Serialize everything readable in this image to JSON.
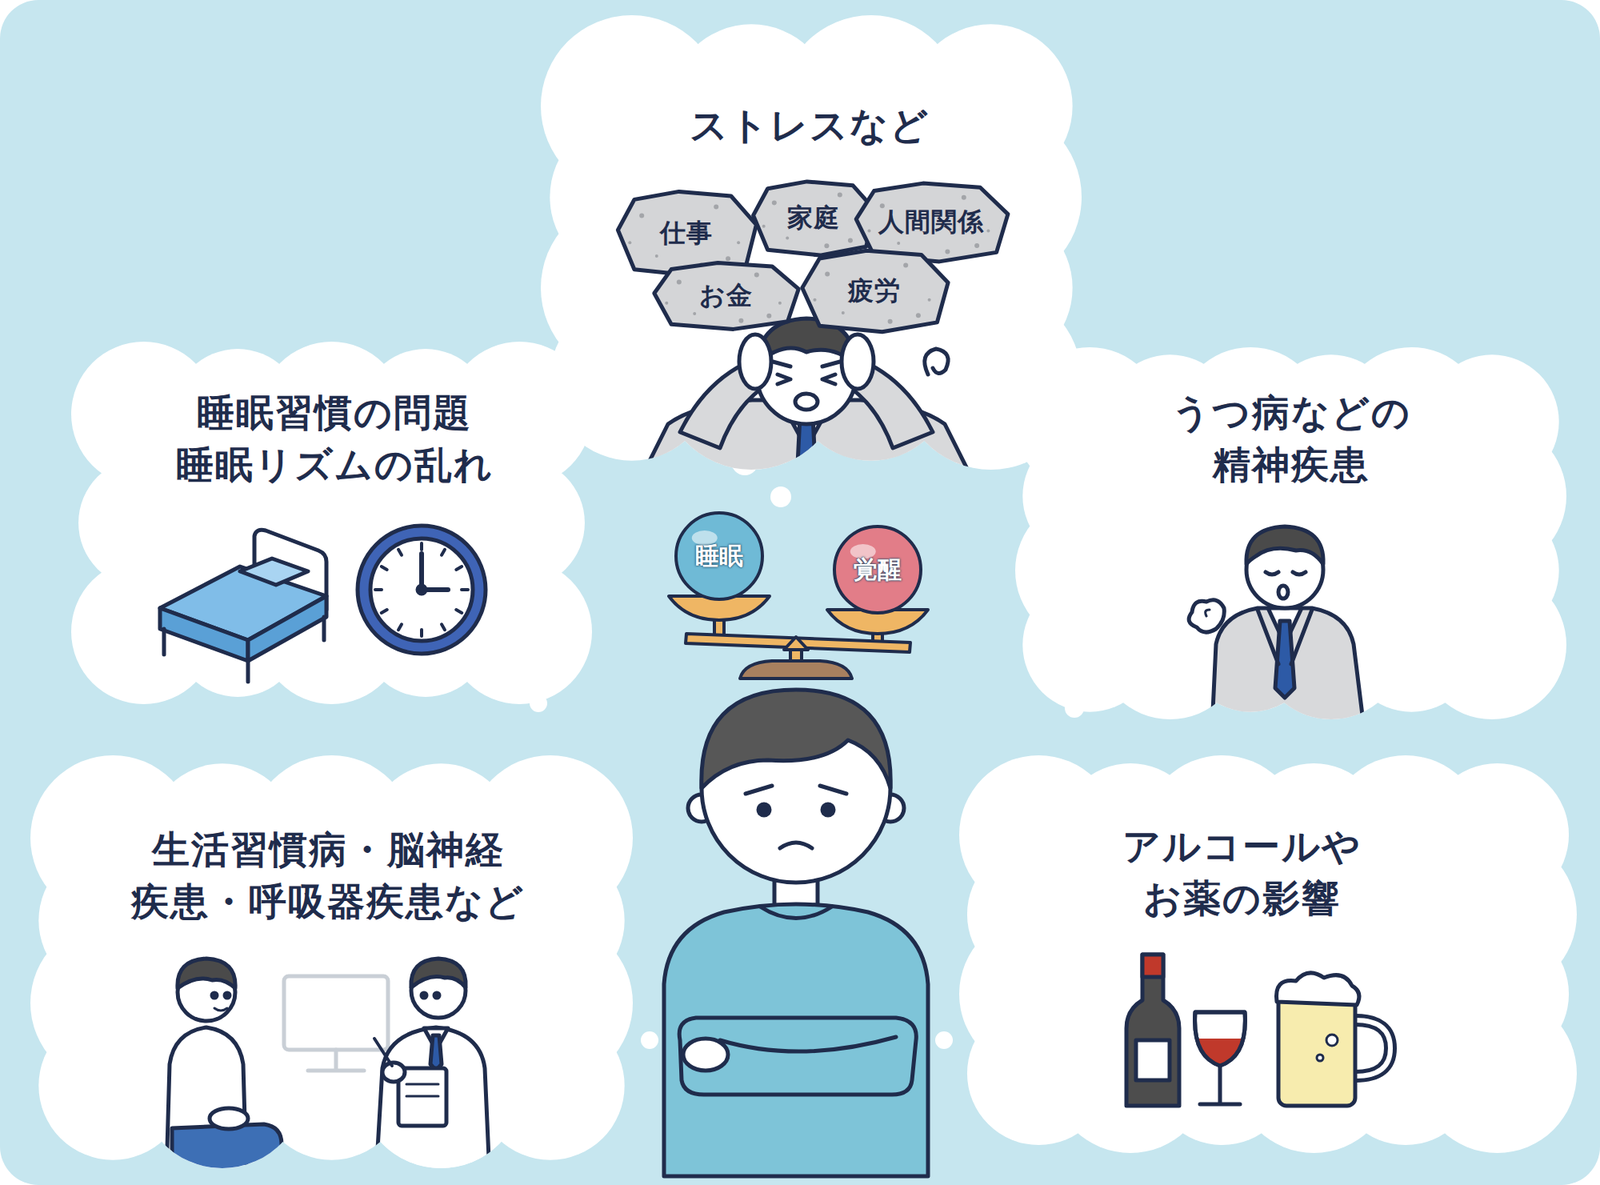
{
  "diagram": {
    "nodes": [
      {
        "text": [
          "ストレスなど"
        ]
      },
      {
        "text": [
          "仕事"
        ],
        "in": 0
      },
      {
        "text": [
          "家庭"
        ],
        "in": 0
      },
      {
        "text": [
          "人間関係"
        ],
        "in": 0
      },
      {
        "text": [
          "お金"
        ],
        "in": 0
      },
      {
        "text": [
          "疲労"
        ],
        "in": 0
      },
      {
        "text": [
          "睡眠習慣の問題 睡眠リズムの乱れ"
        ]
      },
      {
        "text": [
          "うつ病などの 精神疾患"
        ]
      },
      {
        "text": [
          "睡眠"
        ]
      },
      {
        "text": [
          "覚醒"
        ]
      },
      {
        "text": [
          "生活習慣病・脳神経 疾患・呼吸器疾患など"
        ]
      },
      {
        "text": [
          "アルコールや お薬の影響"
        ]
      }
    ]
  }
}
